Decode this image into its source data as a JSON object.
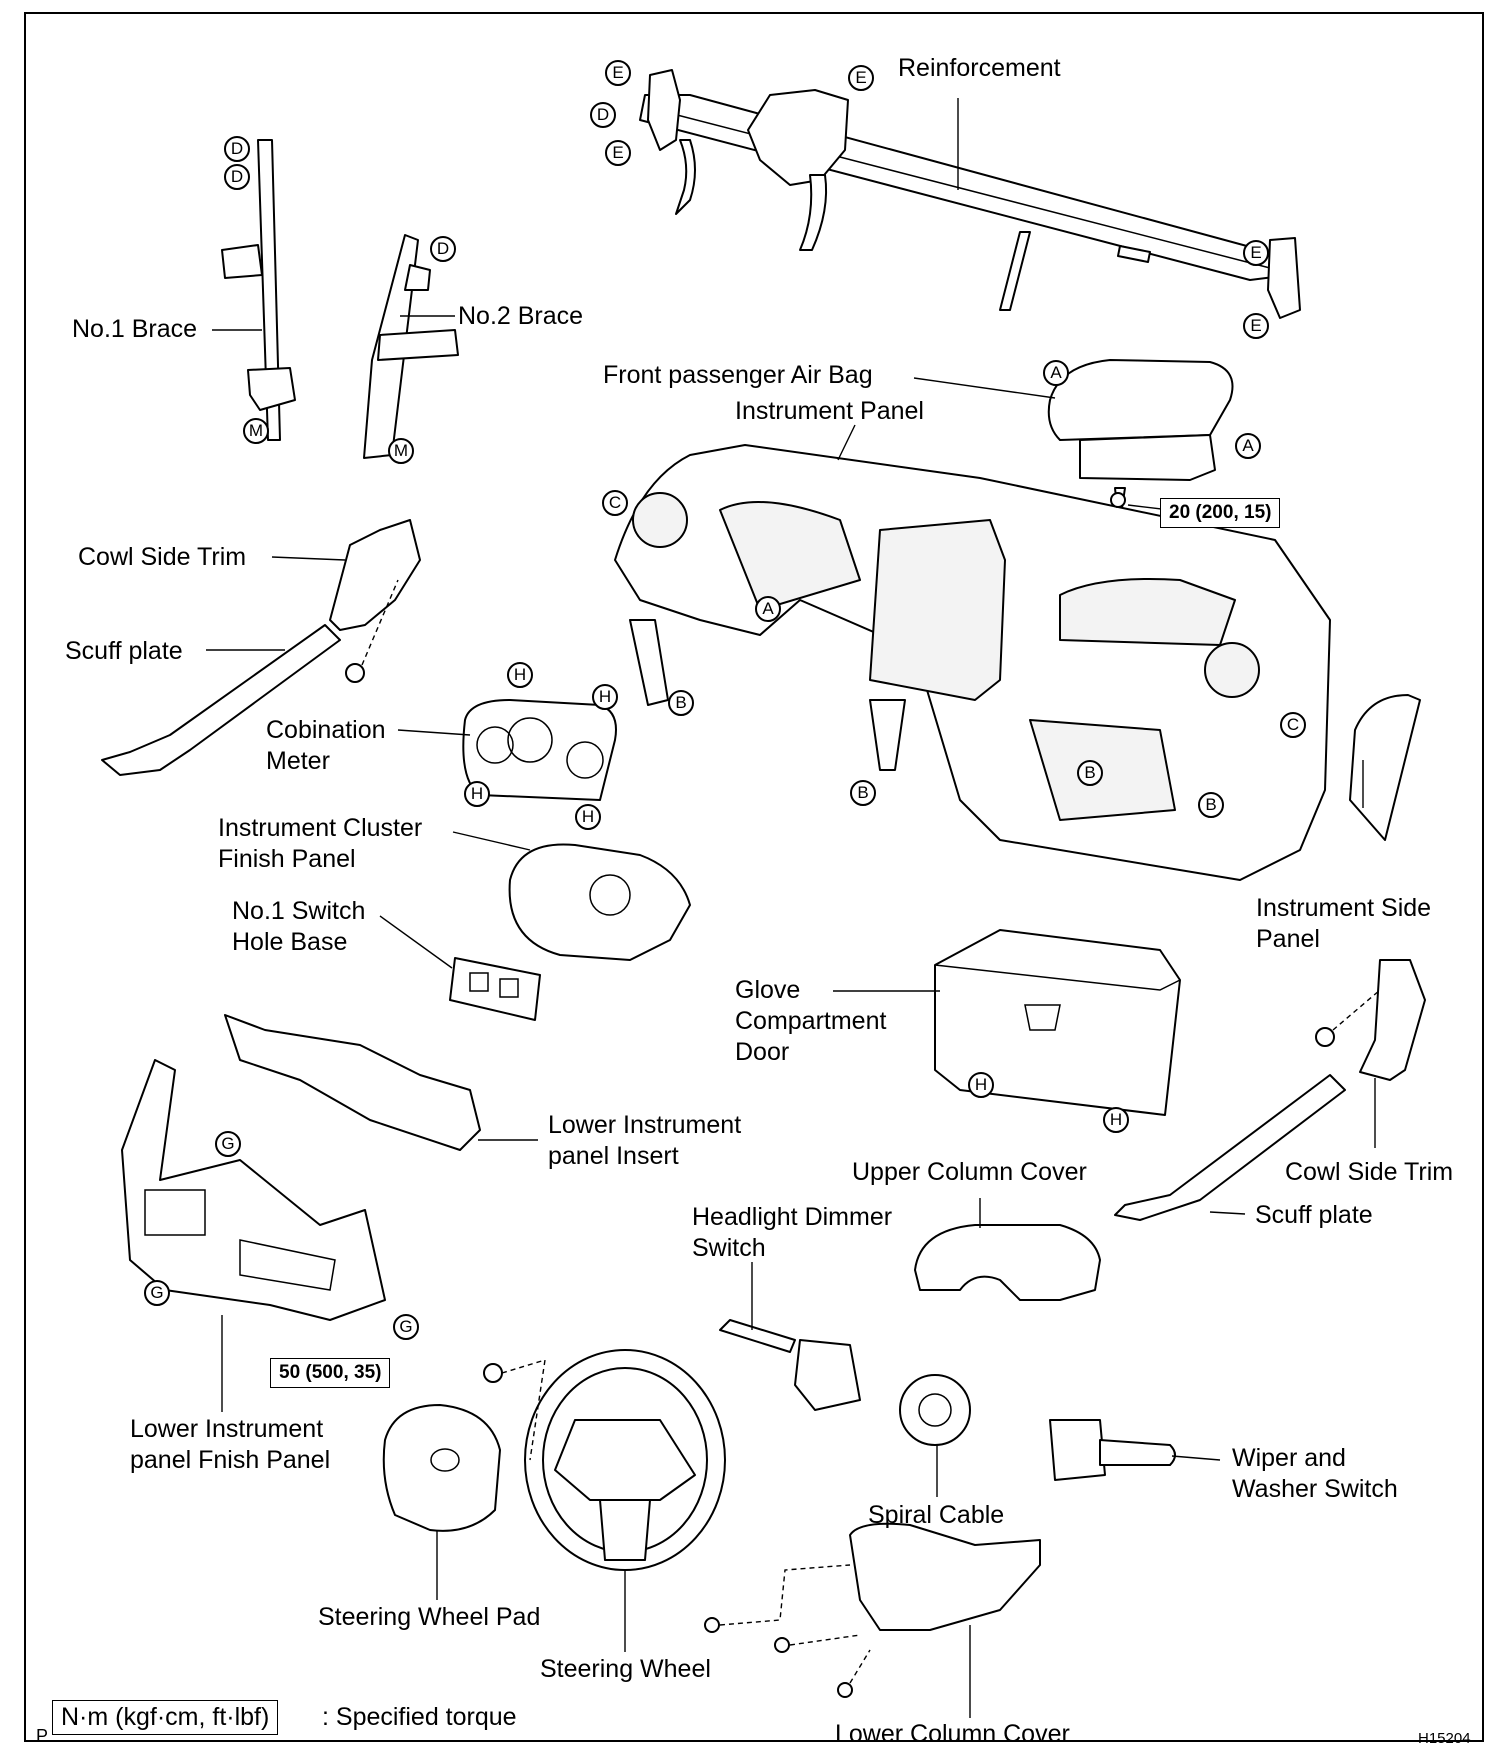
{
  "labels": {
    "reinforcement": "Reinforcement",
    "no1_brace": "No.1 Brace",
    "no2_brace": "No.2 Brace",
    "front_passenger_airbag": "Front passenger Air Bag",
    "instrument_panel": "Instrument Panel",
    "cowl_side_trim_left": "Cowl Side Trim",
    "scuff_plate_left": "Scuff plate",
    "combination_meter": "Cobination\nMeter",
    "instrument_cluster_finish_panel": "Instrument Cluster\nFinish Panel",
    "no1_switch_hole_base": "No.1 Switch\nHole Base",
    "instrument_side_panel": "Instrument Side\nPanel",
    "glove_compartment_door": "Glove\nCompartment\nDoor",
    "lower_instrument_panel_insert": "Lower Instrument\npanel Insert",
    "upper_column_cover": "Upper Column Cover",
    "cowl_side_trim_right": "Cowl Side Trim",
    "scuff_plate_right": "Scuff plate",
    "headlight_dimmer_switch": "Headlight Dimmer\nSwitch",
    "lower_instrument_panel_finish_panel": "Lower Instrument\npanel Fnish Panel",
    "wiper_washer_switch": "Wiper and\nWasher Switch",
    "spiral_cable": "Spiral Cable",
    "steering_wheel_pad": "Steering Wheel Pad",
    "steering_wheel": "Steering Wheel",
    "lower_column_cover": "Lower Column Cover"
  },
  "torque": {
    "airbag_bolt": "20 (200, 15)",
    "steering_wheel_nut": "50 (500, 35)"
  },
  "legend": {
    "prefix": "P",
    "unit": "N·m (kgf·cm, ft·lbf)",
    "description": ": Specified torque"
  },
  "figure_code": "H15204",
  "markers": {
    "A": "A",
    "B": "B",
    "C": "C",
    "D": "D",
    "E": "E",
    "G": "G",
    "H": "H",
    "M": "M"
  }
}
